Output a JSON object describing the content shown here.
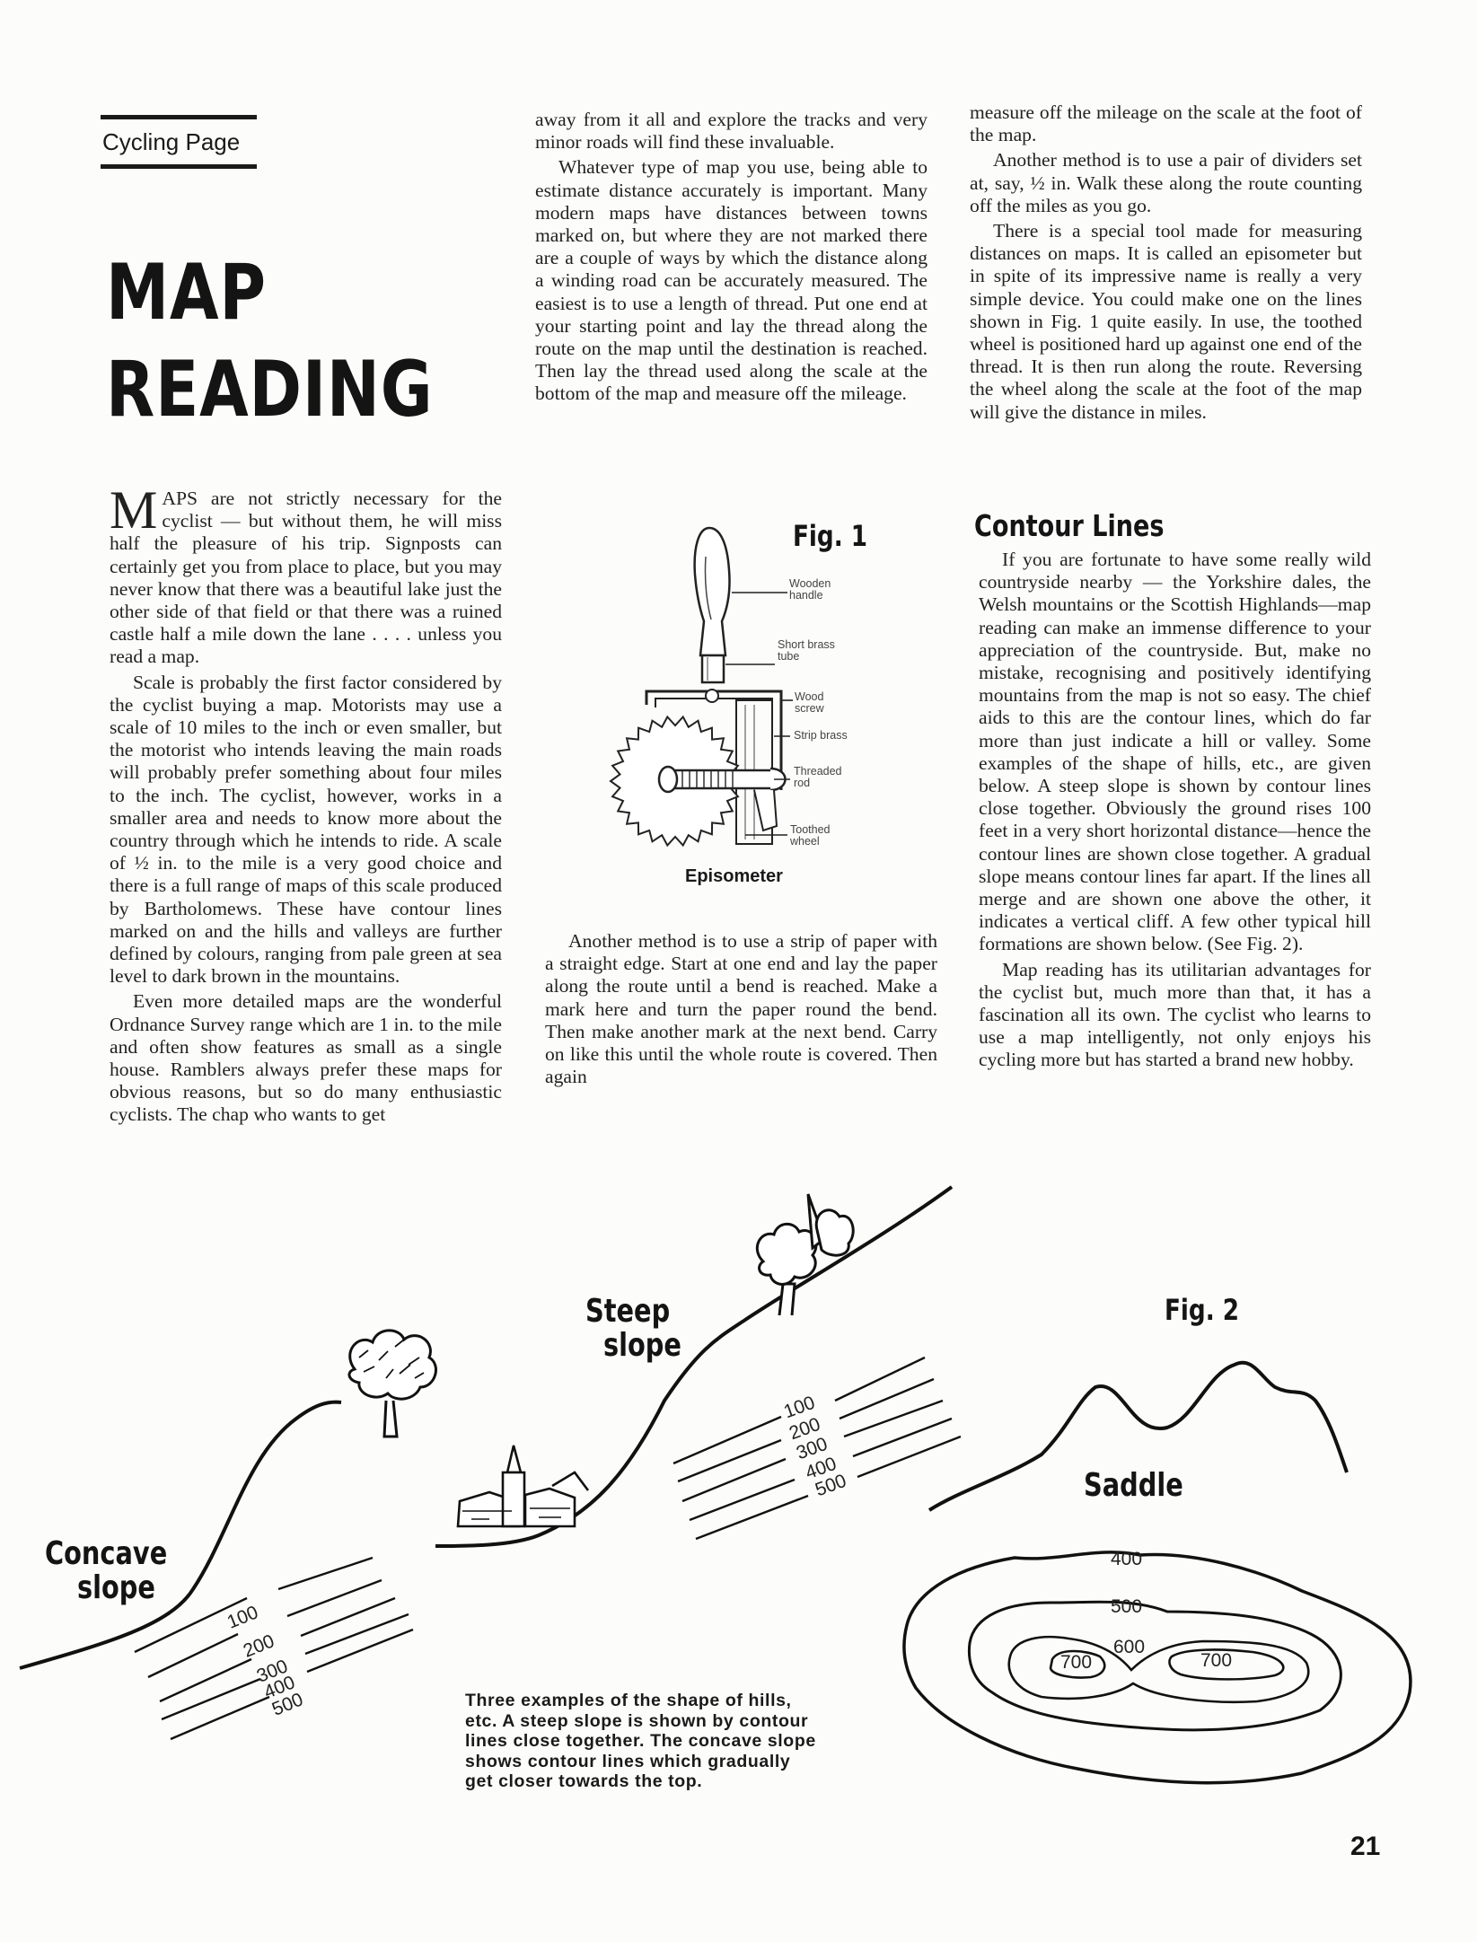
{
  "section": "Cycling Page",
  "headline": {
    "line1": "MAP",
    "line2": "READING"
  },
  "column1": {
    "dropcap": "M",
    "p1": "APS are not strictly necessary for the cyclist — but without them, he will miss half the pleasure of his trip. Signposts can certainly get you from place to place, but you may never know that there was a beautiful lake just the other side of that field or that there was a ruined castle half a mile down the lane . . . . unless you read a map.",
    "p2": "Scale is probably the first factor considered by the cyclist buying a map. Motorists may use a scale of 10 miles to the inch or even smaller, but the motorist who intends leaving the main roads will probably prefer something about four miles to the inch. The cyclist, however, works in a smaller area and needs to know more about the country through which he intends to ride. A scale of ½ in. to the mile is a very good choice and there is a full range of maps of this scale produced by Bartholomews. These have contour lines marked on and the hills and valleys are further defined by colours, ranging from pale green at sea level to dark brown in the mountains.",
    "p3": "Even more detailed maps are the wonderful Ordnance Survey range which are 1 in. to the mile and often show features as small as a single house. Ramblers always prefer these maps for obvious reasons, but so do many enthusiastic cyclists. The chap who wants to get"
  },
  "column2": {
    "p1": "away from it all and explore the tracks and very minor roads will find these invaluable.",
    "p2": "Whatever type of map you use, being able to estimate distance accurately is important. Many modern maps have distances between towns marked on, but where they are not marked there are a couple of ways by which the distance along a winding road can be accurately measured. The easiest is to use a length of thread. Put one end at your starting point and lay the thread along the route on the map until the destination is reached. Then lay the thread used along the scale at the bottom of the map and measure off the mileage.",
    "p3": "Another method is to use a strip of paper with a straight edge. Start at one end and lay the paper along the route until a bend is reached. Make a mark here and turn the paper round the bend. Then make another mark at the next bend. Carry on like this until the whole route is covered. Then again"
  },
  "figure1": {
    "title": "Fig. 1",
    "caption": "Episometer",
    "callouts": {
      "handle": [
        "Wooden",
        "handle"
      ],
      "tube": [
        "Short brass",
        "tube"
      ],
      "screw": [
        "Wood",
        "screw"
      ],
      "strip": [
        "Strip brass"
      ],
      "rod": [
        "Threaded",
        "rod"
      ],
      "wheel": [
        "Toothed",
        "wheel"
      ]
    }
  },
  "column3": {
    "p1": "measure off the mileage on the scale at the foot of the map.",
    "p2": "Another method is to use a pair of dividers set at, say, ½ in. Walk these along the route counting off the miles as you go.",
    "p3": "There is a special tool made for measuring distances on maps. It is called an episometer but in spite of its impressive name is really a very simple device. You could make one on the lines shown in Fig. 1 quite easily. In use, the toothed wheel is positioned hard up against one end of the thread. It is then run along the route. Reversing the wheel along the scale at the foot of the map will give the distance in miles.",
    "subhead": "Contour Lines",
    "p4": "If you are fortunate to have some really wild countryside nearby — the Yorkshire dales, the Welsh mountains or the Scottish Highlands—map reading can make an immense difference to your appreciation of the countryside. But, make no mistake, recognising and positively identifying mountains from the map is not so easy. The chief aids to this are the contour lines, which do far more than just indicate a hill or valley. Some examples of the shape of hills, etc., are given below. A steep slope is shown by contour lines close together. Obviously the ground rises 100 feet in a very short horizontal distance—hence the contour lines are shown close together. A gradual slope means contour lines far apart. If the lines all merge and are shown one above the other, it indicates a vertical cliff. A few other typical hill formations are shown below. (See Fig. 2).",
    "p5": "Map reading has its utilitarian advantages for the cyclist but, much more than that, it has a fascination all its own. The cyclist who learns to use a map intelligently, not only enjoys his cycling more but has started a brand new hobby."
  },
  "figure2": {
    "title": "Fig. 2",
    "concave": {
      "label1": "Concave",
      "label2": "slope",
      "contours": [
        "100",
        "200",
        "300",
        "400",
        "500"
      ]
    },
    "steep": {
      "label1": "Steep",
      "label2": "slope",
      "contours": [
        "100",
        "200",
        "300",
        "400",
        "500"
      ]
    },
    "saddle": {
      "label": "Saddle",
      "contours": [
        "400",
        "500",
        "600",
        "700",
        "700"
      ]
    },
    "caption": "Three examples of the shape of hills, etc. A steep slope is shown by contour lines close together. The concave slope shows contour lines which gradually get closer towards the top."
  },
  "page_number": "21"
}
